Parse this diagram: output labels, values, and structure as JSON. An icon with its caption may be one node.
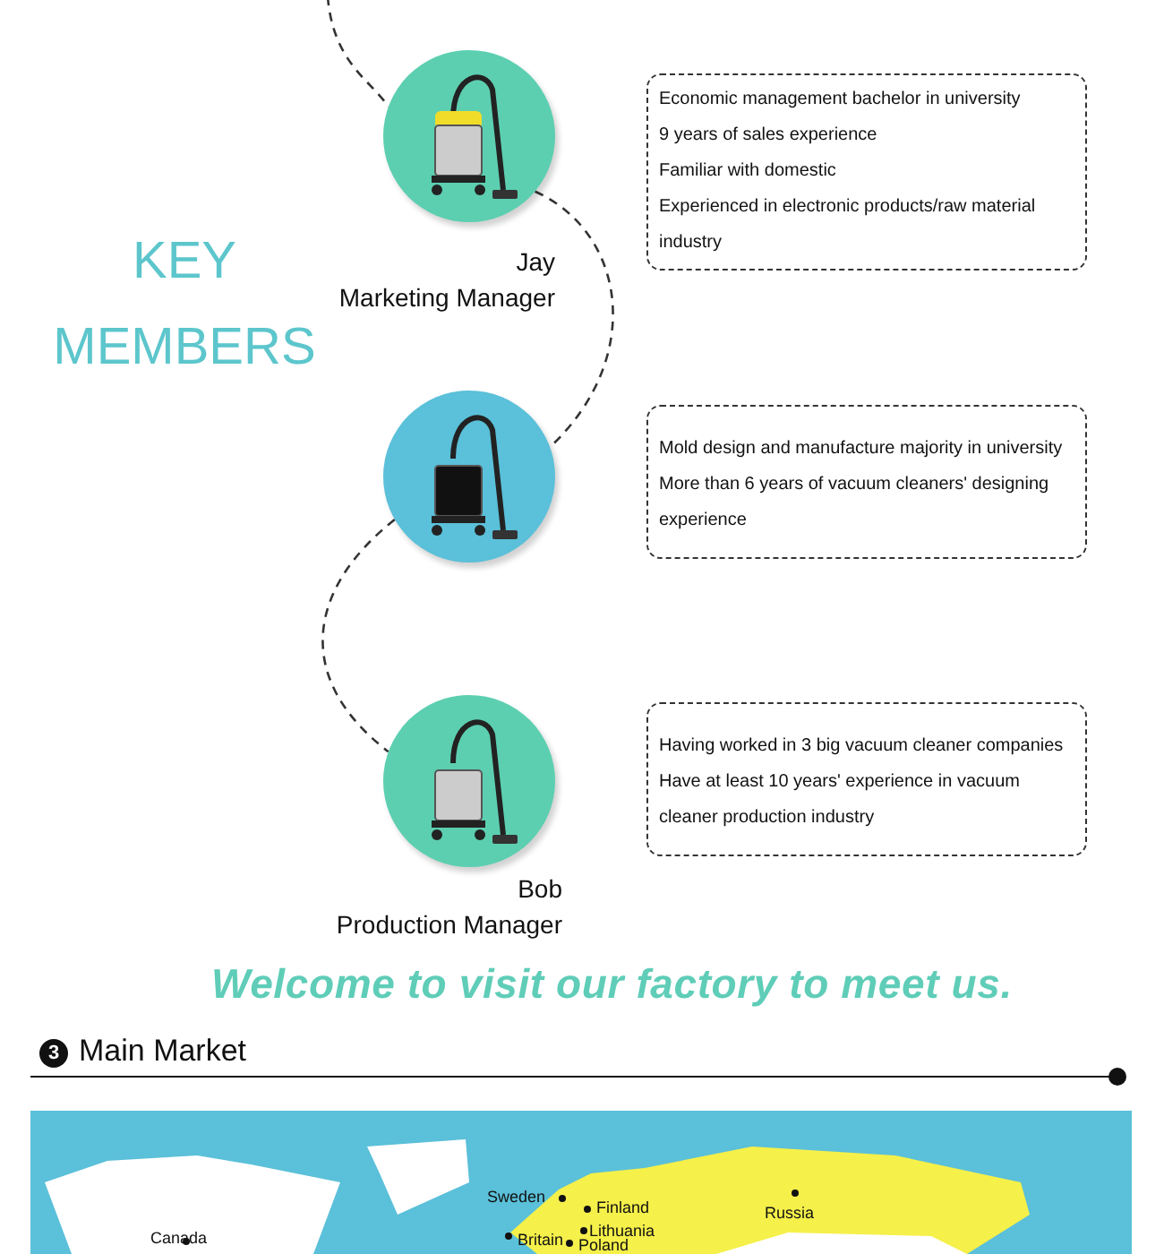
{
  "diagram": {
    "nodes": [
      {
        "text": [],
        "shape": "picture",
        "beside": [
          "Jay",
          "Marketing Manager"
        ]
      },
      {
        "text": [
          "Economic management bachelor in university",
          "9 years of sales experience",
          "Familiar with domestic",
          "Experienced in electronic products/raw material industry"
        ]
      },
      {
        "text": [],
        "shape": "picture"
      },
      {
        "text": [
          "Mold design and manufacture majority in university",
          "More than 6 years of vacuum cleaners' designing experience"
        ]
      },
      {
        "text": [],
        "shape": "picture",
        "beside": [
          "Bob",
          "Production Manager"
        ]
      },
      {
        "text": [
          "Having worked in 3 big vacuum cleaner companies",
          "Have at least 10 years' experience in vacuum cleaner production industry"
        ]
      }
    ],
    "edges": [
      {
        "from": null,
        "to": 0,
        "arrow": "none",
        "style": "dashed"
      },
      {
        "from": 0,
        "to": 2,
        "arrow": "none",
        "style": "dashed"
      },
      {
        "from": 2,
        "to": 4,
        "arrow": "none",
        "style": "dashed"
      }
    ],
    "labels": [
      "KEY MEMBERS",
      "Welcome to visit our factory to meet us.",
      "3",
      "Main Market",
      "Sweden",
      "Finland",
      "Russia",
      "Canada",
      "Lithuania",
      "Britain",
      "Poland"
    ]
  }
}
